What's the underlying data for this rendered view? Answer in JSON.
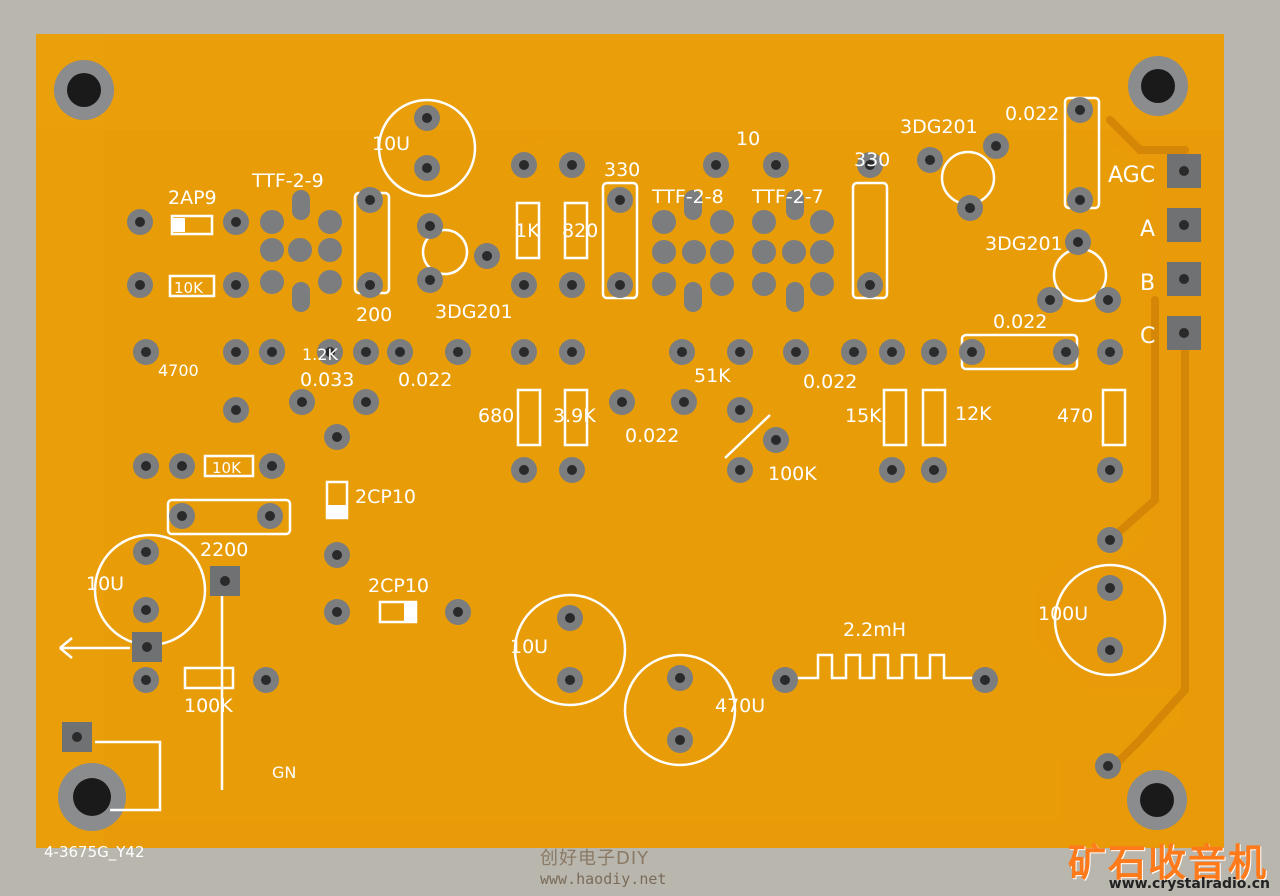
{
  "board": {
    "substrate_color": "#e89a08",
    "mask_color": "#e6a616",
    "trace_color": "#d98a04",
    "pad_color": "#7b7d7f",
    "silk_color": "#ffffff",
    "code": "4-3675G_Y42"
  },
  "labels": {
    "c_10u_top": "10U",
    "ttf29": "TTF-2-9",
    "d_2ap9": "2AP9",
    "r_10k_a": "10K",
    "c_200": "200",
    "q_3dg201_a": "3DG201",
    "c_330_a": "330",
    "r_1k": "1K",
    "r_820": "820",
    "ttf28": "TTF-2-8",
    "ttf27": "TTF-2-7",
    "c_10": "10",
    "c_330_b": "330",
    "q_3dg201_b": "3DG201",
    "c_0022_a": "0.022",
    "agc": "AGC",
    "q_3dg201_c": "3DG201",
    "pin_a": "A",
    "pin_b": "B",
    "pin_c": "C",
    "r_12k_left": "1.2K",
    "r_4700": "4700",
    "c_0033": "0.033",
    "c_0022_b": "0.022",
    "r_680": "680",
    "r_39k": "3.9K",
    "c_0022_c": "0.022",
    "r_51k": "51K",
    "c_0022_d": "0.022",
    "r_15k": "15K",
    "r_12k": "12K",
    "c_0022_e": "0.022",
    "r_470": "470",
    "vr_100k": "100K",
    "r_10k_b": "10K",
    "d_2cp10_a": "2CP10",
    "c_2200": "2200",
    "c_10u_left": "10U",
    "d_2cp10_b": "2CP10",
    "l_22mh": "2.2mH",
    "c_10u_mid": "10U",
    "c_470u": "470U",
    "c_100u": "100U",
    "r_100k_bottom": "100K",
    "g_marker": "GN"
  },
  "watermarks": {
    "left_cn": "创好电子DIY",
    "left_url": "www.haodiy.net",
    "right_cn": "矿石收音机",
    "right_url": "www.crystalradio.cn"
  }
}
